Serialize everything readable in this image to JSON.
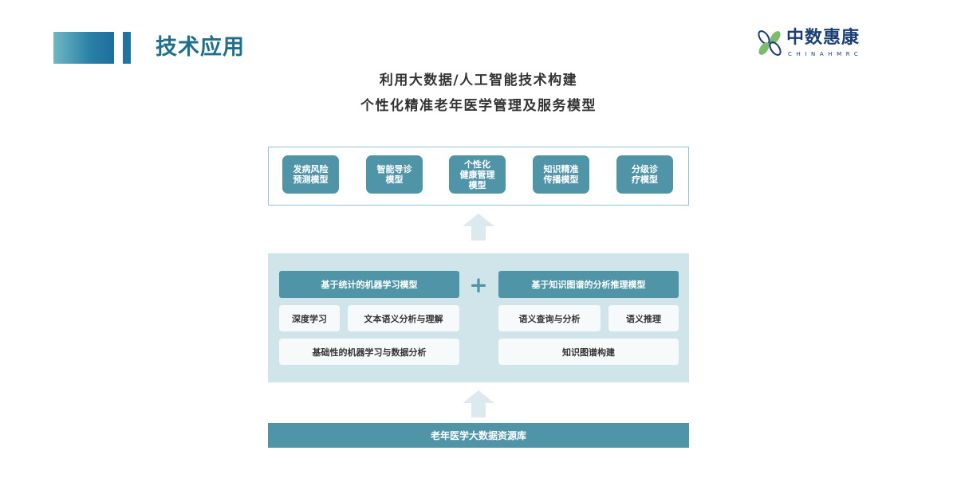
{
  "header": {
    "title": "技术应用",
    "logo_name": "中数惠康",
    "logo_sub": "CHINAHMRC",
    "logo_icon": "leaf-logo-icon"
  },
  "headline": {
    "line1": "利用大数据/人工智能技术构建",
    "line2": "个性化精准老年医学管理及服务模型"
  },
  "models": [
    "发病风险\n预测模型",
    "智能导诊\n模型",
    "个性化\n健康管理\n模型",
    "知识精准\n传播模型",
    "分级诊\n疗模型"
  ],
  "middle": {
    "left_title": "基于统计的机器学习模型",
    "right_title": "基于知识图谱的分析推理模型",
    "plus": "+",
    "left_items": [
      "深度学习",
      "文本语义分析与理解",
      "基础性的机器学习与数据分析"
    ],
    "right_items": [
      "语义查询与分析",
      "语义推理",
      "知识图谱构建"
    ]
  },
  "bottom": {
    "label": "老年医学大数据资源库"
  },
  "colors": {
    "accent": "#4f95a7",
    "panel": "#cfe5ea",
    "title": "#1f6f8a",
    "logo": "#1b3f73",
    "arrow": "#dce9ee"
  }
}
